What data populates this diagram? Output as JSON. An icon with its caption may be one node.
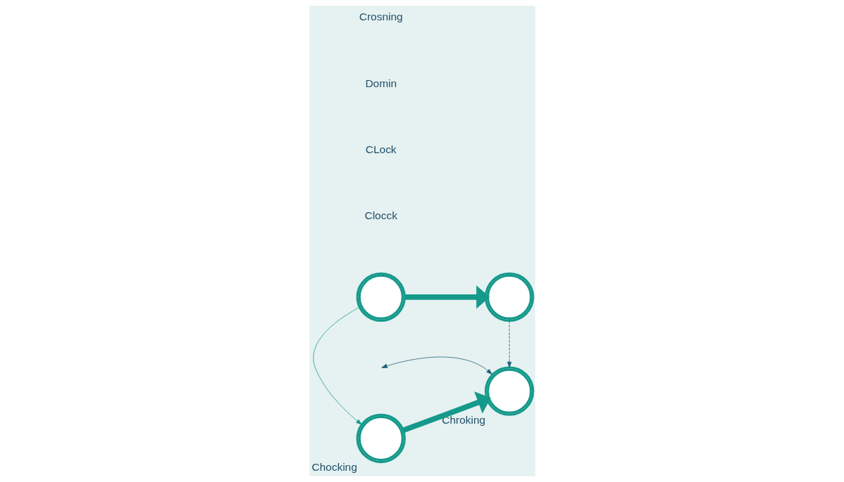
{
  "diagram": {
    "nodes": [
      {
        "text": [],
        "shape": "picture"
      },
      {
        "text": [],
        "shape": "picture"
      },
      {
        "text": [],
        "shape": "picture",
        "beside": [
          "Chocking"
        ]
      },
      {
        "text": [],
        "shape": "picture",
        "beside": [
          "Chroking"
        ]
      }
    ],
    "edges": [
      {
        "from": 0,
        "to": 1,
        "arrow": "to",
        "style": "thick"
      },
      {
        "from": 0,
        "to": 2,
        "arrow": "to"
      },
      {
        "from": 1,
        "to": 3,
        "arrow": "to",
        "style": "dashed",
        "color": "#1f5f7a"
      },
      {
        "from": 2,
        "to": 3,
        "arrow": "to",
        "style": "thick"
      },
      {
        "from": null,
        "to": 3,
        "arrow": "both",
        "color": "#1f5f7a"
      }
    ],
    "labels": [
      "Clocck",
      "CLock",
      "Domin",
      "Crosning"
    ]
  }
}
